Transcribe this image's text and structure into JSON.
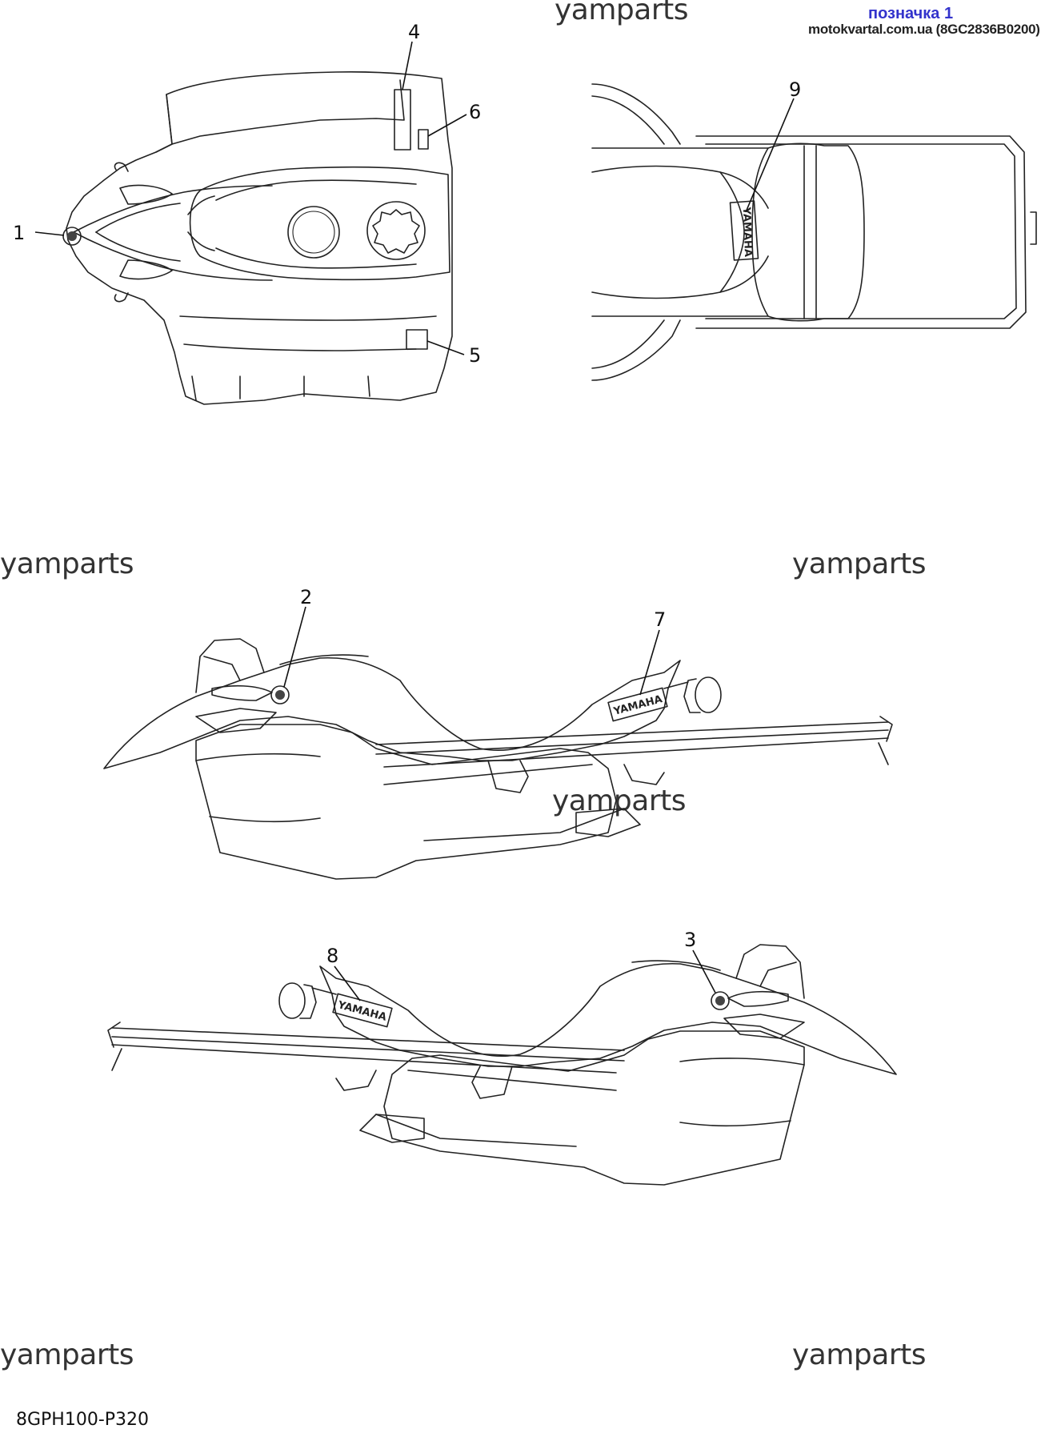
{
  "header": {
    "title": "позначка 1",
    "site": "motokvartal.com.ua (8GC2836B0200)"
  },
  "watermarks": [
    "yamparts",
    "yamparts",
    "yamparts",
    "yamparts",
    "yamparts",
    "yamparts"
  ],
  "callouts": [
    "1",
    "2",
    "3",
    "4",
    "5",
    "6",
    "7",
    "8",
    "9"
  ],
  "decal_text": [
    "YAMAHA",
    "YAMAHA",
    "YAMAHA"
  ],
  "footer": {
    "code": "8GPH100-P320"
  }
}
